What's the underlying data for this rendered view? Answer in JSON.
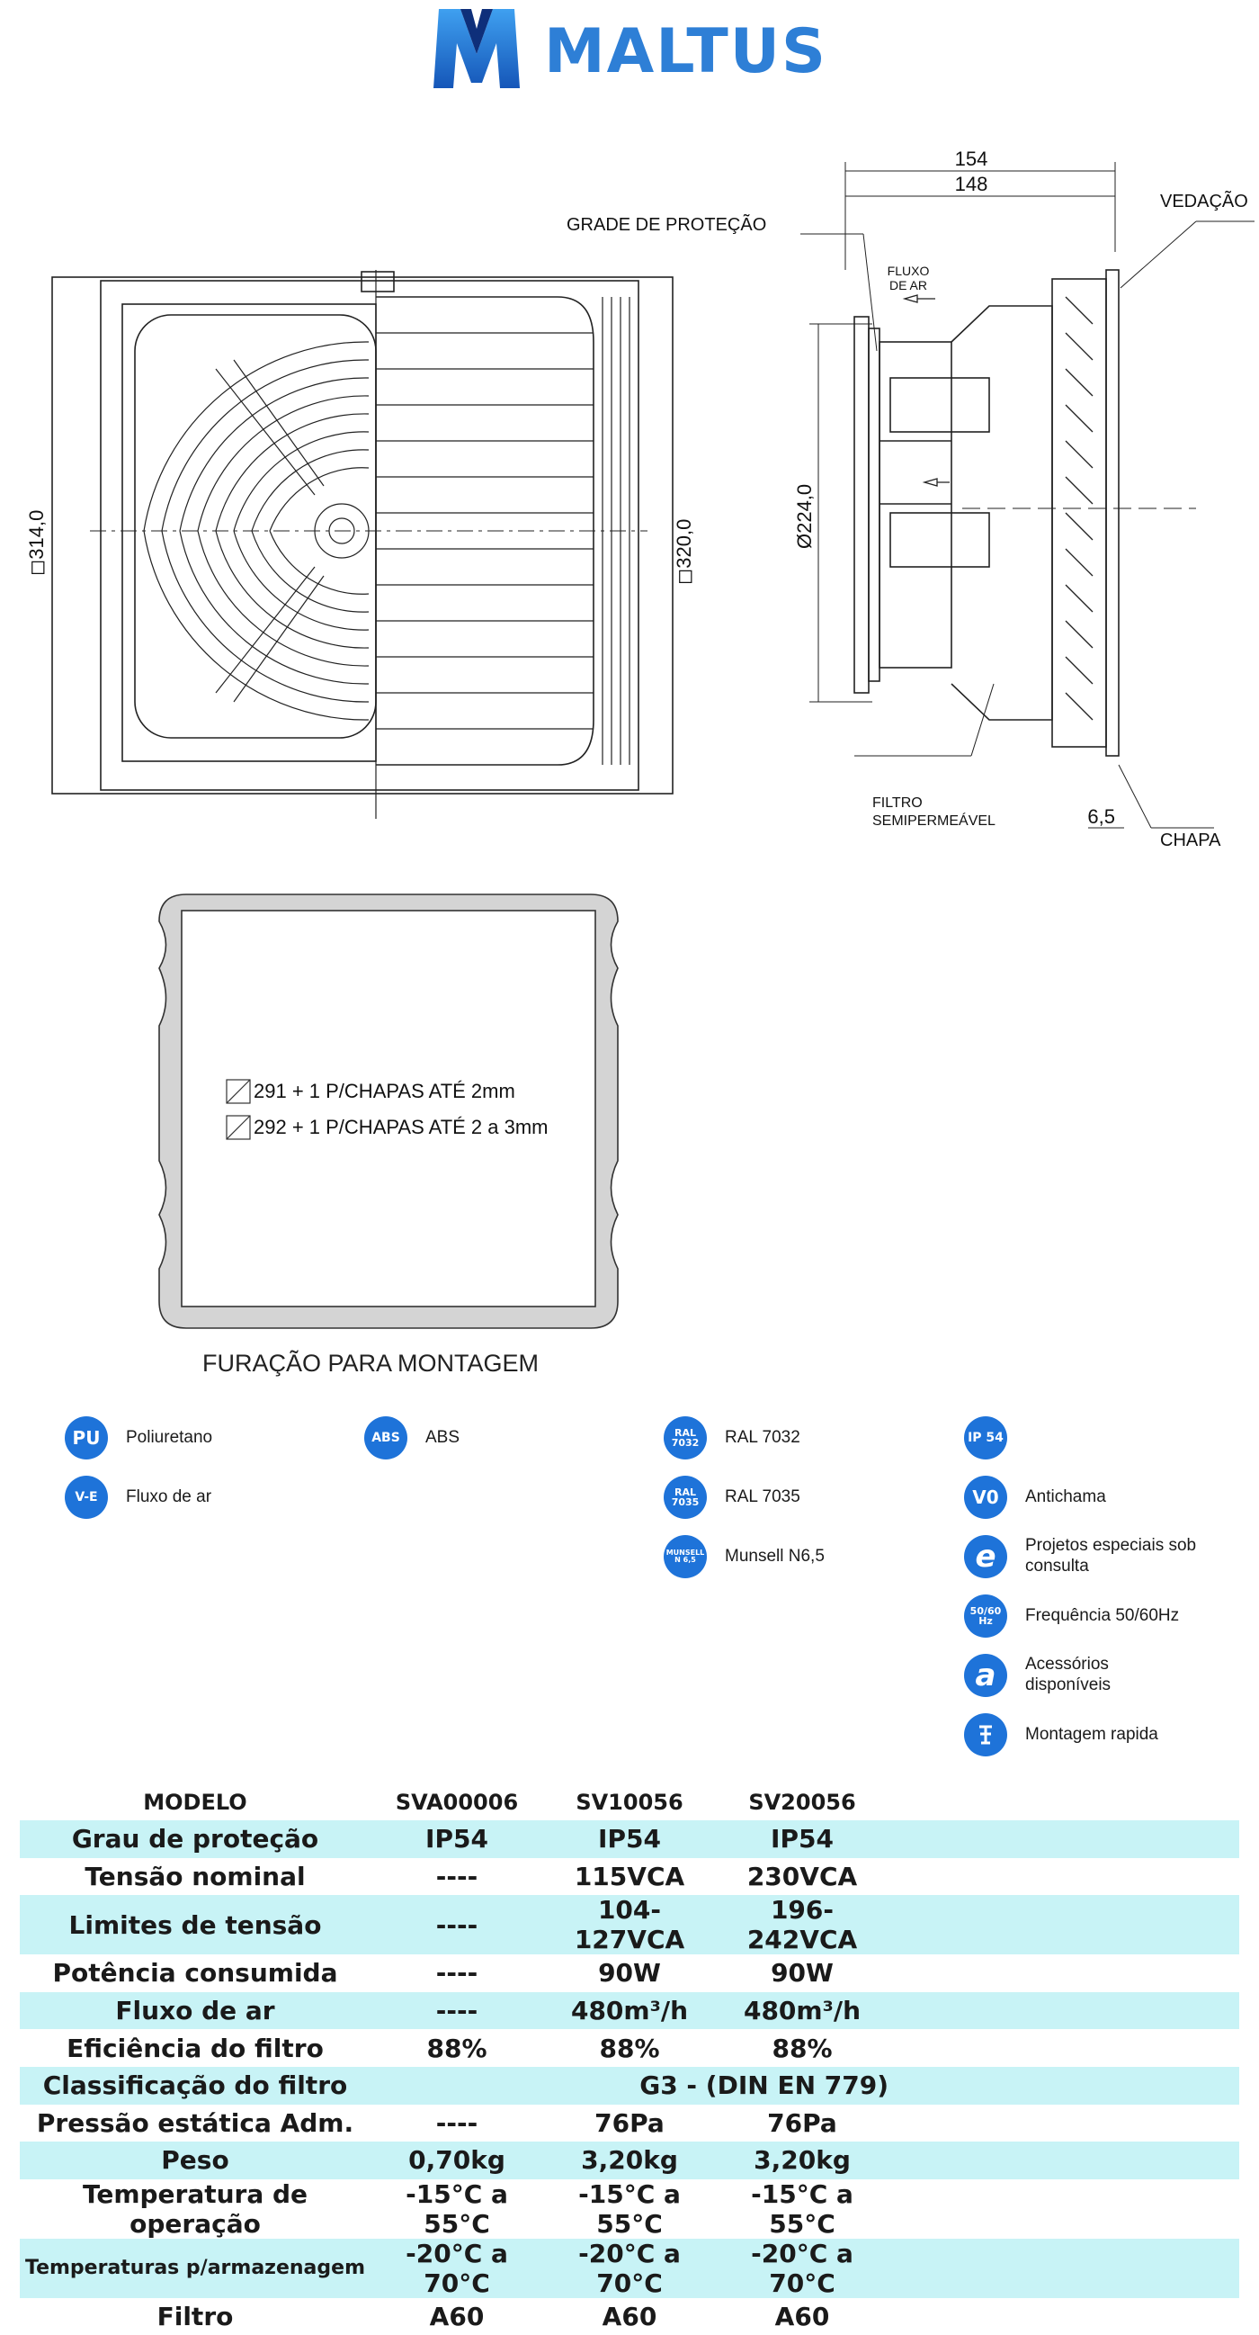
{
  "brand": {
    "name": "MALTUS"
  },
  "drawing": {
    "front_dims": {
      "left": "◻314,0",
      "right": "◻320,0"
    },
    "side_dims": {
      "top_outer": "154",
      "top_inner": "148",
      "diameter": "Ø224,0",
      "bottom": "6,5"
    },
    "side_labels": {
      "grade": "GRADE DE PROTEÇÃO",
      "vedacao": "VEDAÇÃO",
      "fluxo_line1": "FLUXO",
      "fluxo_line2": "DE AR",
      "filtro_line1": "FILTRO",
      "filtro_line2": "SEMIPERMEÁVEL",
      "chapa": "CHAPA"
    }
  },
  "mounting": {
    "notes": [
      "291 + 1 P/CHAPAS ATÉ 2mm",
      "292 + 1 P/CHAPAS ATÉ 2 a 3mm"
    ],
    "caption": "FURAÇÃO PARA MONTAGEM"
  },
  "legend": [
    {
      "badge": "PU",
      "label": "Poliuretano",
      "icon": "pu-badge-icon"
    },
    {
      "badge": "ABS",
      "label": "ABS",
      "icon": "abs-badge-icon"
    },
    {
      "badge": "RAL 7032",
      "label": "RAL 7032",
      "icon": "ral-7032-badge-icon"
    },
    {
      "badge": "IP 54",
      "label": "",
      "icon": "ip54-badge-icon"
    },
    {
      "badge": "V-E",
      "label": "Fluxo de ar",
      "icon": "airflow-badge-icon"
    },
    {
      "badge": "RAL 7035",
      "label": "RAL 7035",
      "icon": "ral-7035-badge-icon"
    },
    {
      "badge": "V0",
      "label": "Antichama",
      "icon": "flame-retardant-badge-icon"
    },
    {
      "badge": "MUNSELL N 6,5",
      "label": "Munsell N6,5",
      "icon": "munsell-badge-icon"
    },
    {
      "badge": "e",
      "label": "Projetos especiais sob consulta",
      "icon": "special-projects-badge-icon"
    },
    {
      "badge": "50/60 Hz",
      "label": "Frequência 50/60Hz",
      "icon": "frequency-badge-icon"
    },
    {
      "badge": "a",
      "label": "Acessórios disponíveis",
      "icon": "accessories-badge-icon"
    },
    {
      "badge": "",
      "label": "Montagem rapida",
      "icon": "quick-mount-badge-icon"
    }
  ],
  "badge_color": "#1e73d9",
  "table_highlight_color": "#c8f3f6",
  "spec_table": {
    "headers": [
      "MODELO",
      "SVA00006",
      "SV10056",
      "SV20056"
    ],
    "rows": [
      [
        "Grau de proteção",
        "IP54",
        "IP54",
        "IP54"
      ],
      [
        "Tensão nominal",
        "----",
        "115VCA",
        "230VCA"
      ],
      [
        "Limites de tensão",
        "----",
        "104-127VCA",
        "196-242VCA"
      ],
      [
        "Potência consumida",
        "----",
        "90W",
        "90W"
      ],
      [
        "Fluxo de ar",
        "----",
        "480m³/h",
        "480m³/h"
      ],
      [
        "Eficiência do filtro",
        "88%",
        "88%",
        "88%"
      ],
      [
        "Classificação do filtro",
        "G3 - (DIN EN 779)"
      ],
      [
        "Pressão estática Adm.",
        "----",
        "76Pa",
        "76Pa"
      ],
      [
        "Peso",
        "0,70kg",
        "3,20kg",
        "3,20kg"
      ],
      [
        "Temperatura de operação",
        "-15°C a 55°C",
        "-15°C a 55°C",
        "-15°C a 55°C"
      ],
      [
        "Temperaturas p/armazenagem",
        "-20°C a 70°C",
        "-20°C a 70°C",
        "-20°C a 70°C"
      ],
      [
        "Filtro",
        "A60",
        "A60",
        "A60"
      ]
    ]
  }
}
